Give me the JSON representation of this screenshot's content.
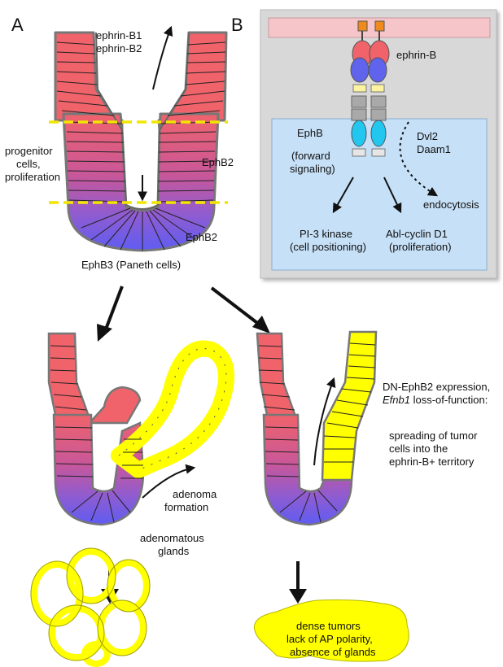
{
  "panel_a": {
    "letter": "A",
    "top_label_1": "ephrin-B1",
    "top_label_2": "ephrin-B2",
    "progenitor_1": "progenitor",
    "progenitor_2": "cells,",
    "progenitor_3": "proliferation",
    "ephb2_mid": "EphB2",
    "ephb2_low": "EphB2",
    "ephb3": "EphB3 (Paneth cells)"
  },
  "panel_b": {
    "letter": "B",
    "ephrin_b": "ephrin-B",
    "ephb": "EphB",
    "forward_1": "(forward",
    "forward_2": "signaling)",
    "dvl2": "Dvl2",
    "daam1": "Daam1",
    "endocytosis": "endocytosis",
    "pi3k_1": "PI-3 kinase",
    "pi3k_2": "(cell positioning)",
    "abl_1": "Abl-cyclin D1",
    "abl_2": "(proliferation)"
  },
  "bottom": {
    "adenoma_1": "adenoma",
    "adenoma_2": "formation",
    "dn_1": "DN-EphB2 expression,",
    "dn_2_italic": "Efnb1",
    "dn_2_rest": " loss-of-function:",
    "spread_1": "spreading of tumor",
    "spread_2": "cells into the",
    "spread_3": "ephrin-B+ territory",
    "glands_1": "adenomatous",
    "glands_2": "glands",
    "tumor_1": "dense tumors",
    "tumor_2": "lack of AP polarity,",
    "tumor_3": "absence of glands"
  },
  "colors": {
    "villus_red": "#f0636b",
    "crypt_blue": "#5f5cf2",
    "tumor_yellow": "#ffff00",
    "panel_b_gray": "#d8d8d8",
    "panel_b_blue": "#c6e0f7",
    "membrane_pink": "#f6c5c9",
    "dash_yellow": "#f2e600"
  }
}
